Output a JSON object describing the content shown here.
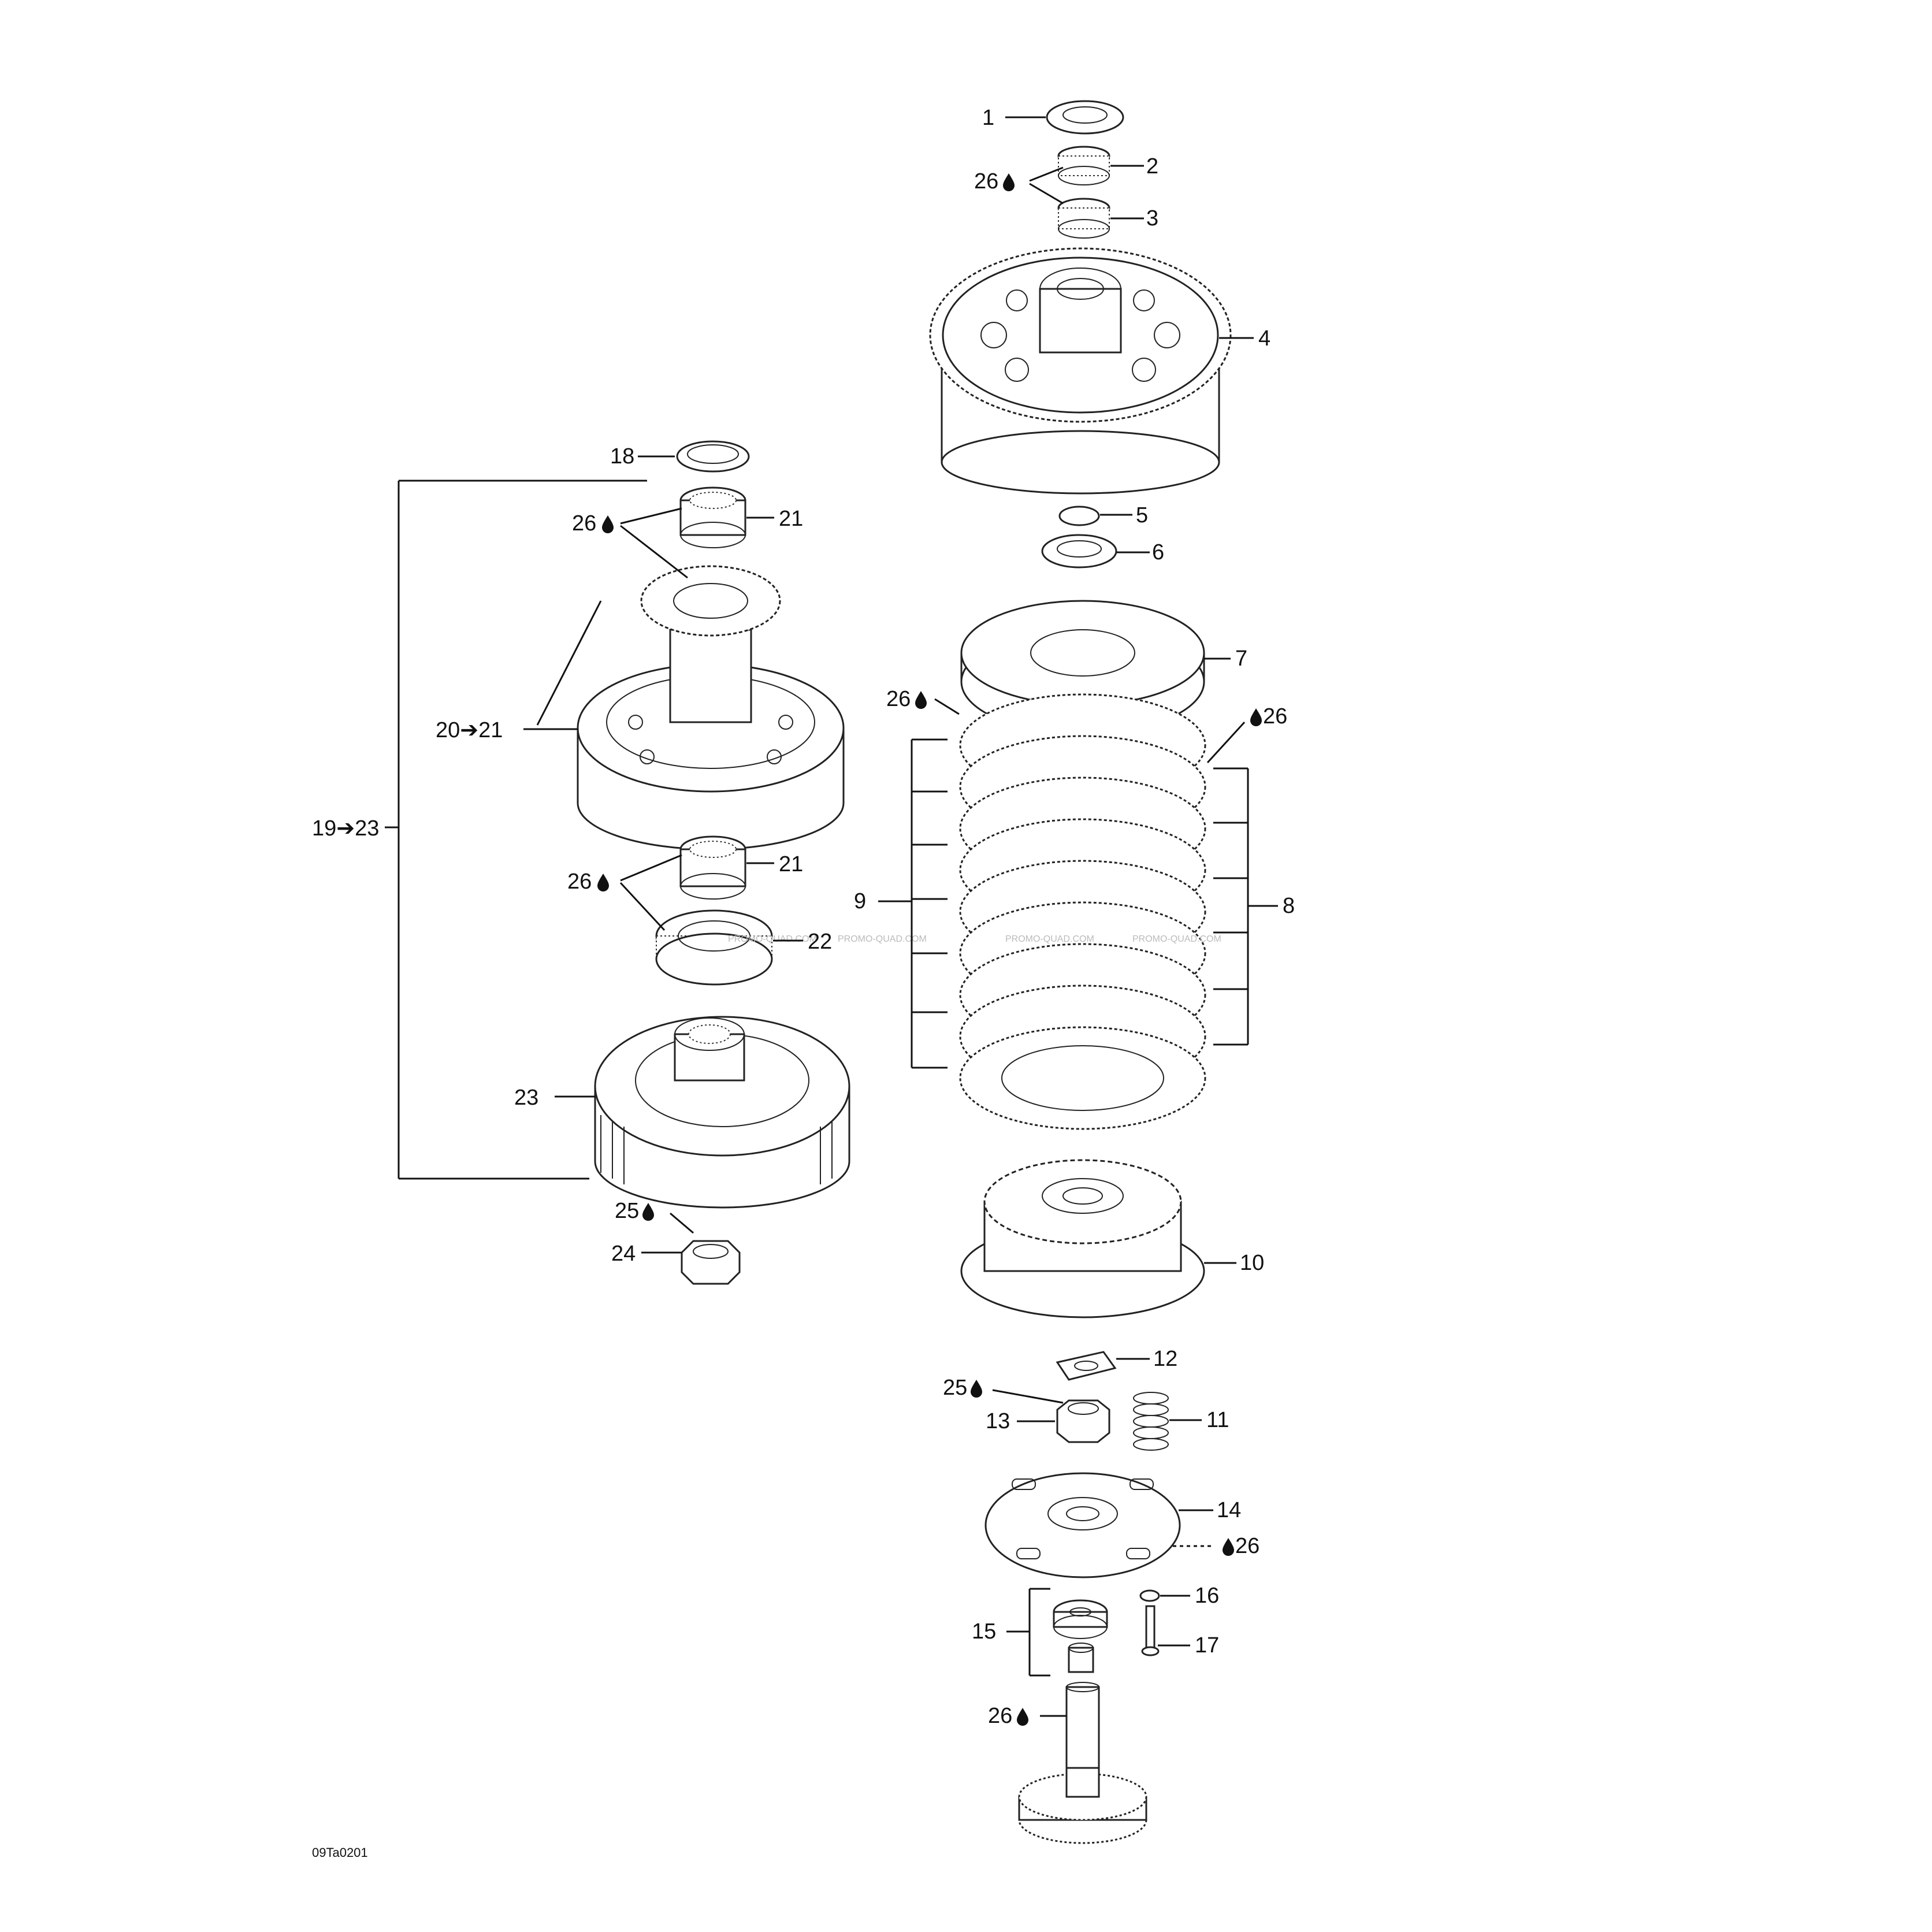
{
  "diagram": {
    "drawing_code": "09Ta0201",
    "watermark": "PROMO-QUAD.COM",
    "lube_symbol": "oil-drop-icon",
    "callouts": {
      "c1": "1",
      "c2": "2",
      "c3": "3",
      "c4": "4",
      "c5": "5",
      "c6": "6",
      "c7": "7",
      "c8": "8",
      "c9": "9",
      "c10": "10",
      "c11": "11",
      "c12": "12",
      "c13": "13",
      "c14": "14",
      "c15": "15",
      "c16": "16",
      "c17": "17",
      "c18": "18",
      "c19": "19➔23",
      "c20": "20➔21",
      "c21a": "21",
      "c21b": "21",
      "c22": "22",
      "c23": "23",
      "c24": "24",
      "c25a": "25",
      "c25b": "25",
      "c26a": "26",
      "c26b": "26",
      "c26c": "26",
      "c26d": "26",
      "c26e": "26",
      "c26f": "26",
      "c26g": "26"
    }
  }
}
